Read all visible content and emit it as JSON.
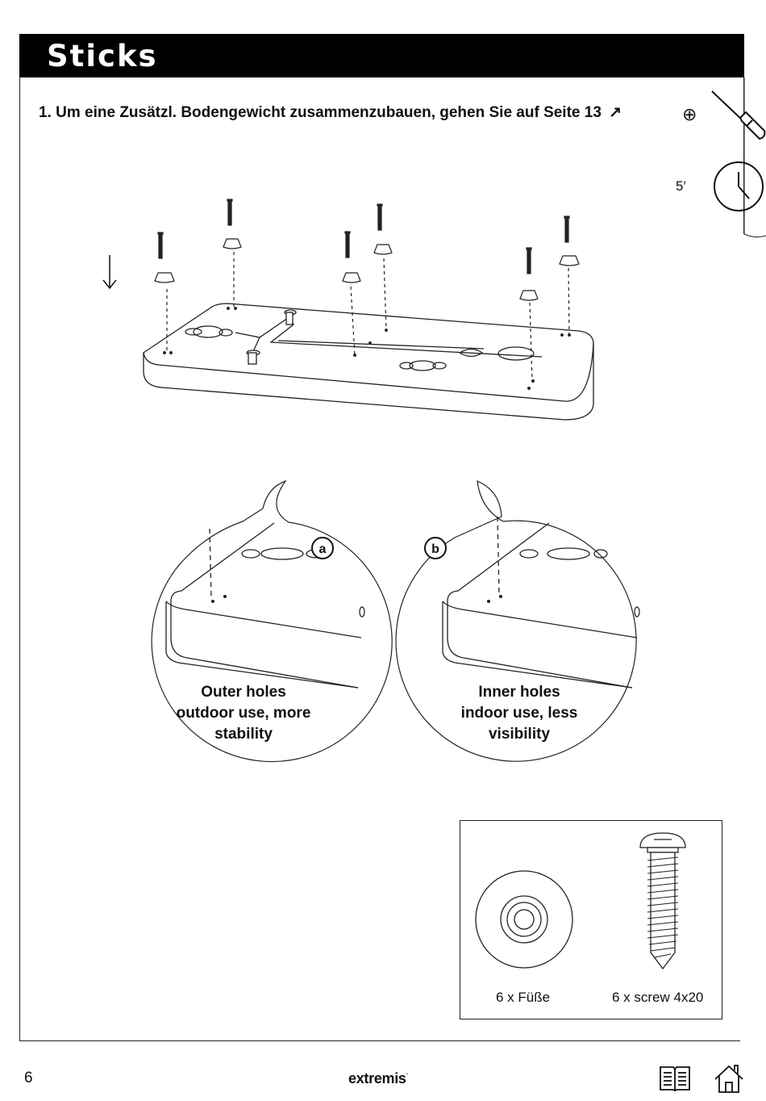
{
  "header": {
    "title": "Sticks"
  },
  "step": {
    "text": "1. Um eine Zusätzl. Bodengewicht zusammenzubauen, gehen Sie auf Seite 13",
    "link_arrow": "↗"
  },
  "tools": {
    "screwdriver_symbol": "⊕",
    "time": "5′"
  },
  "details": {
    "a": {
      "marker": "a",
      "title": "Outer holes",
      "line1": "outdoor use, more",
      "line2": "stability"
    },
    "b": {
      "marker": "b",
      "title": "Inner holes",
      "line1": "indoor use, less",
      "line2": "visibility"
    }
  },
  "parts": {
    "feet_label": "6 x Füße",
    "screw_label": "6 x screw 4x20"
  },
  "footer": {
    "page_number": "6",
    "brand": "extremis",
    "brand_mark": "·"
  },
  "icons": {
    "direction": "down-arrow-icon",
    "screwdriver": "screwdriver-icon",
    "clock": "clock-icon",
    "book": "book-icon",
    "home": "home-icon"
  }
}
